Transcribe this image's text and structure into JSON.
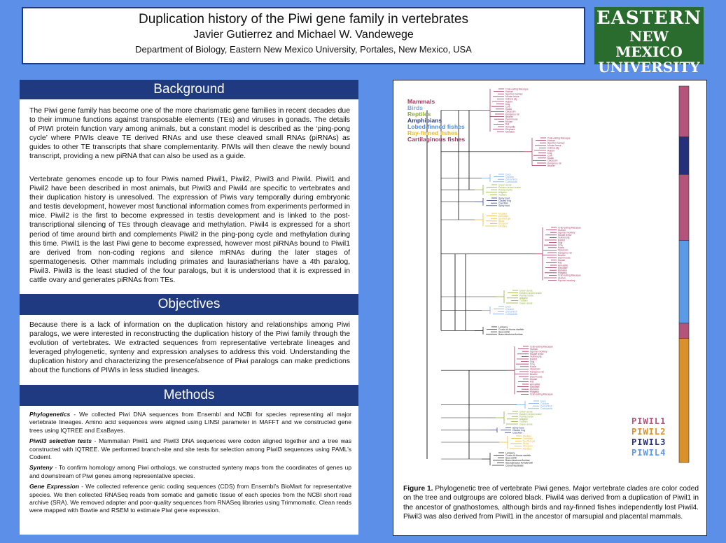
{
  "header": {
    "title": "Duplication history of the Piwi gene family in vertebrates",
    "authors": "Javier Gutierrez and Michael W. Vandewege",
    "department": "Department of Biology, Eastern New Mexico University, Portales, New Mexico, USA"
  },
  "logo": {
    "line1": "EASTERN",
    "line2": "NEW MEXICO",
    "line3": "UNIVERSITY"
  },
  "background": {
    "heading": "Background",
    "para1": "The Piwi gene family has become one of the more charismatic gene families in recent decades due to their immune functions against transposable elements (TEs) and viruses in gonads. The details of PIWI protein function vary among animals, but a constant model is described as the ‘ping-pong cycle’ where PIWIs cleave TE derived RNAs and use these cleaved small RNAs (piRNAs) as guides to other TE transcripts that share complementarity. PIWIs will then cleave the newly bound transcript, providing a new piRNA that can also be used as a guide.",
    "para2": "Vertebrate genomes encode up to four Piwis named Piwil1, Piwil2, Piwil3 and Piwil4. Piwil1 and Piwil2 have been described in most animals, but Piwil3 and Piwil4 are specific to vertebrates and their duplication history is unresolved. The expression of Piwis vary temporally during embryonic and testis development, however most functional information comes from experiments performed in mice. Piwil2 is the first to become expressed in testis development and is linked to the post-transcriptional silencing of TEs through cleavage and methylation. Piwil4 is expressed for a short period of time around birth and complements Piwil2 in the ping-pong cycle and methylation during this time. Piwil1 is the last Piwi gene to become expressed, however most piRNAs bound to Piwil1 are derived from non-coding regions and silence mRNAs during the later stages of spermatogenesis. Other mammals including primates and laurasiatherians have a 4th paralog, Piwil3. Piwil3 is the least studied of the four paralogs, but it is understood that it is expressed in cattle ovary and generates piRNAs from TEs."
  },
  "objectives": {
    "heading": "Objectives",
    "para": "Because there is a lack of information on the duplication history and relationships among Piwi paralogs, we were interested in reconstructing the duplication history of the Piwi family through the evolution of vertebrates. We extracted sequences from representative vertebrate lineages and leveraged phylogenetic, synteny and expression analyses to address this void. Understanding the duplication history and characterizing the presence/absence of Piwi paralogs can make predictions about the functions of PIWIs in less studied lineages."
  },
  "methods": {
    "heading": "Methods",
    "items": [
      {
        "lead": "Phylogenetics",
        "text": " - We collected Piwi DNA sequences from Ensembl and NCBI for species representing all major vertebrate lineages. Amino acid sequences were aligned using LINSI parameter in MAFFT and we constructed gene trees using IQTREE and ExaBayes."
      },
      {
        "lead": "Piwil3 selection tests",
        "text": " - Mammalian Piwil1 and Piwil3 DNA sequences were codon aligned together and a tree was constructed with IQTREE. We performed branch-site and site tests for selection among Piwil3 sequences using PAML’s Codeml."
      },
      {
        "lead": "Synteny",
        "text": " - To confirm homology among Piwi orthologs, we constructed synteny maps from the coordinates of genes up and downstream of Piwi genes among representative species."
      },
      {
        "lead": "Gene Expression",
        "text": " - We collected reference genic coding sequences (CDS) from Ensembl’s BioMart for representative species. We then collected RNASeq reads from somatic and gametic tissue of each species from the NCBI short read archive (SRA). We removed adapter and poor-quality sequences from RNASeq libraries using Trimmomatic. Clean reads were mapped with Bowtie and RSEM to estimate Piwi gene expression."
      }
    ]
  },
  "figure": {
    "legend": [
      {
        "label": "Mammals",
        "color": "#9b3a5e"
      },
      {
        "label": "Birds",
        "color": "#7da7e6"
      },
      {
        "label": "Reptiles",
        "color": "#8fae3a"
      },
      {
        "label": "Amphibians",
        "color": "#2d3f7e"
      },
      {
        "label": "Lobed-finned fishes",
        "color": "#4f8fe0"
      },
      {
        "label": "Ray-finned fishes",
        "color": "#e9bb2e"
      },
      {
        "label": "Cartilaginous fishes",
        "color": "#9b3a5e"
      }
    ],
    "paralogs": [
      {
        "label": "PIWIL1",
        "color": "#b4547a"
      },
      {
        "label": "PIWIL2",
        "color": "#d8912b"
      },
      {
        "label": "PIWIL3",
        "color": "#25307a"
      },
      {
        "label": "PIWIL4",
        "color": "#5b9ae6"
      }
    ],
    "bar_colors": [
      "#b4547a",
      "#25307a",
      "#b4547a",
      "#5b9ae6",
      "#b4547a",
      "#d8912b"
    ],
    "taxa_pink": [
      "Crab-eating Macaque",
      "Human",
      "Squirrel monkey",
      "Mouse lemur",
      "Guinea pig",
      "Rabbit",
      "Dog",
      "Cow",
      "Koala",
      "Opossum",
      "Kangaroo rat",
      "Beaver",
      "Deermouse",
      "Mouse",
      "Rat",
      "Armadillo",
      "Elephant",
      "Manatee",
      "Platypus"
    ],
    "taxa_blue": [
      "Duck",
      "Chicken",
      "Zebra finch",
      "Coelacanth",
      "Lungfish"
    ],
    "taxa_green": [
      "Green anole",
      "Eastern brown snake",
      "Painted turtle",
      "Alligator",
      "Tuatara"
    ],
    "taxa_navy": [
      "Spiny toad",
      "Clawed frog",
      "Caecilian"
    ],
    "taxa_gold": [
      "Medaka",
      "Zebrafish",
      "Spotted gar",
      "Bichir",
      "Sturgeon"
    ],
    "taxa_black": [
      "Lamprey",
      "Crown-of-thorns starfish",
      "Sea urchin",
      "Branchiostoma floridae",
      "Saccoglossus kowalevskii",
      "Ciona intestinalis"
    ],
    "caption_bold": "Figure 1.",
    "caption": " Phylogenetic tree of vertebrate Piwi genes. Major vertebrate clades are color coded on the tree and outgroups are colored black. Piwil4 was derived from a duplication of Piwil1 in the ancestor of gnathostomes, although birds and ray-finned fishes independently lost Piwil4. Piwil3 was also derived from Piwil1 in the ancestor of marsupial and placental mammals."
  }
}
